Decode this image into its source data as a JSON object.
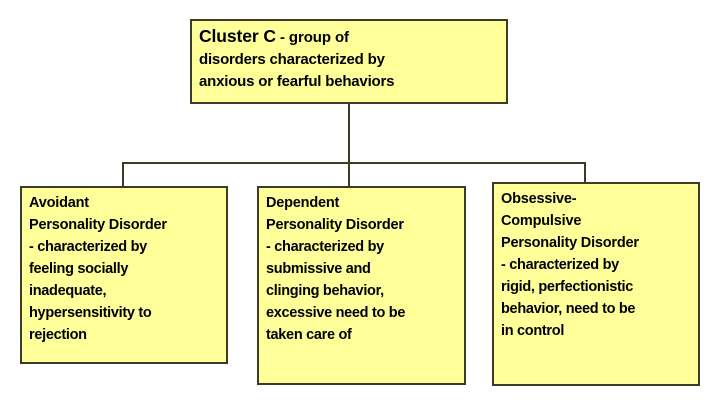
{
  "diagram": {
    "type": "hierarchy-tree",
    "orientation": "top-down",
    "colors": {
      "node_fill": "#ffff99",
      "node_border": "#3d3a25",
      "connector": "#3d3a25",
      "text": "#000000",
      "background": "#ffffff"
    },
    "root": {
      "id": "cluster-c",
      "title": "Cluster C",
      "title_separator": " - ",
      "description": "group of disorders characterized by anxious or fearful behaviors",
      "lines": [
        "Cluster C - group of",
        "disorders characterized by",
        "anxious or fearful behaviors"
      ],
      "line_1_emphasis": "Cluster C",
      "line_1_rest": " - group of",
      "line_2": "disorders characterized by",
      "line_3": "anxious or fearful behaviors"
    },
    "children": [
      {
        "id": "avoidant-personality-disorder",
        "title": "Avoidant Personality Disorder",
        "title_lines": [
          "Avoidant",
          "Personality Disorder"
        ],
        "description": "- characterized by feeling socially inadequate, hypersensitivity to rejection",
        "description_lines": [
          "- characterized by",
          "feeling socially",
          "inadequate,",
          "hypersensitivity to",
          "rejection"
        ]
      },
      {
        "id": "dependent-personality-disorder",
        "title": "Dependent Personality Disorder",
        "title_lines": [
          "Dependent",
          "Personality Disorder"
        ],
        "description": "- characterized by submissive and clinging behavior, excessive need to be taken care of",
        "description_lines": [
          "- characterized by",
          "submissive and",
          "clinging behavior,",
          "excessive need to be",
          "taken care of"
        ]
      },
      {
        "id": "obsessive-compulsive-personality-disorder",
        "title": "Obsessive-Compulsive Personality Disorder",
        "title_lines": [
          "Obsessive-",
          "Compulsive",
          "Personality Disorder"
        ],
        "description": "- characterized by rigid, perfectionistic behavior, need to be in control",
        "description_lines": [
          "- characterized by",
          "rigid, perfectionistic",
          "behavior, need to be",
          "in control"
        ]
      }
    ]
  }
}
